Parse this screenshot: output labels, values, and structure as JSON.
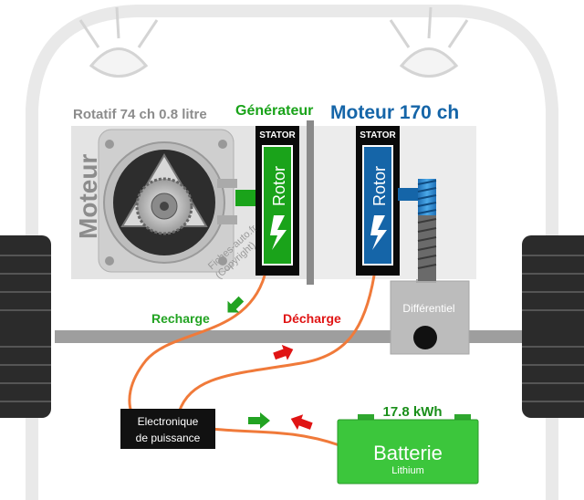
{
  "labels": {
    "engine_spec": "Rotatif 74 ch 0.8 litre",
    "generator_title": "Générateur",
    "motor_title": "Moteur 170 ch",
    "engine_side": "Moteur",
    "stator": "STATOR",
    "rotor": "Rotor",
    "differential": "Différentiel",
    "recharge": "Recharge",
    "decharge": "Décharge",
    "electronics_line1": "Electronique",
    "electronics_line2": "de puissance",
    "battery_capacity": "17.8 kWh",
    "battery": "Batterie",
    "battery_type": "Lithium",
    "watermark_line1": "Fiches-auto.fr",
    "watermark_line2": "(Copyright)"
  },
  "colors": {
    "generator_green": "#1aa31a",
    "motor_blue": "#1565a8",
    "recharge_green": "#22a322",
    "decharge_red": "#e01414",
    "cable_orange": "#f07a3a",
    "battery_green": "#3cc63c",
    "stator_black": "#0a0a0a"
  }
}
